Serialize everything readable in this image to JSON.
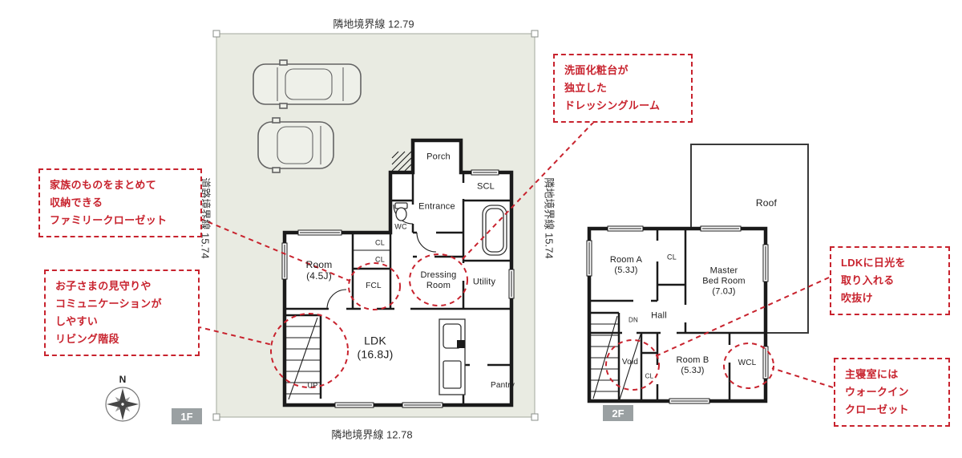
{
  "colors": {
    "accent_red": "#c8232e",
    "lot_fill": "#e9ebe2",
    "wall": "#1a1a1a",
    "tag_bg": "#9aa0a2"
  },
  "boundaries": {
    "top": "隣地境界線 12.79",
    "bottom": "隣地境界線 12.78",
    "left": "道路境界線 15.74",
    "middle": "隣地境界線 15.74"
  },
  "floor_tags": {
    "f1": "1F",
    "f2": "2F"
  },
  "compass": {
    "north": "N"
  },
  "icons": {
    "compass": "compass-rose-icon",
    "car": "car-top-view-icon",
    "bathtub": "bathtub-icon",
    "toilet": "toilet-icon"
  },
  "rooms_1f": {
    "porch": "Porch",
    "wc": "WC",
    "entrance": "Entrance",
    "scl": "SCL",
    "cl1": "CL",
    "cl2": "CL",
    "room": "Room\n(4.5J)",
    "fcl": "FCL",
    "dressing": "Dressing\nRoom",
    "utility": "Utility",
    "ldk": "LDK\n(16.8J)",
    "pantry": "Pantry",
    "up": "UP"
  },
  "rooms_2f": {
    "roof": "Roof",
    "room_a": "Room A\n(5.3J)",
    "cl_top": "CL",
    "master": "Master\nBed Room\n(7.0J)",
    "hall": "Hall",
    "dn": "DN",
    "void": "Void",
    "cl_bottom": "CL",
    "room_b": "Room B\n(5.3J)",
    "wcl": "WCL"
  },
  "callouts": {
    "family_closet": "家族のものをまとめて\n収納できる\nファミリークローゼット",
    "living_stairs": "お子さまの見守りや\nコミュニケーションが\nしやすい\nリビング階段",
    "dressing_room": "洗面化粧台が\n独立した\nドレッシングルーム",
    "void": "LDKに日光を\n取り入れる\n吹抜け",
    "walk_in_closet": "主寝室には\nウォークイン\nクローゼット"
  }
}
